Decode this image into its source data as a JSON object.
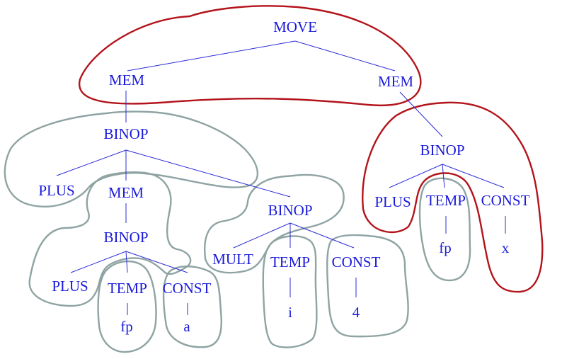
{
  "colors": {
    "node_text": "#1a1adb",
    "edge": "#2b2bd9",
    "tile_red": "#b3131a",
    "tile_gray": "#8fa3a3"
  },
  "nodes": {
    "move": "MOVE",
    "mem_left": "MEM",
    "mem_right": "MEM",
    "binop_1": "BINOP",
    "plus_1": "PLUS",
    "mem_inner": "MEM",
    "binop_2": "BINOP",
    "plus_2": "PLUS",
    "temp_1": "TEMP",
    "const_1": "CONST",
    "fp_1": "fp",
    "a": "a",
    "binop_3": "BINOP",
    "mult": "MULT",
    "temp_2": "TEMP",
    "const_2": "CONST",
    "i": "i",
    "four": "4",
    "binop_4": "BINOP",
    "plus_3": "PLUS",
    "temp_3": "TEMP",
    "const_3": "CONST",
    "fp_2": "fp",
    "x": "x"
  }
}
